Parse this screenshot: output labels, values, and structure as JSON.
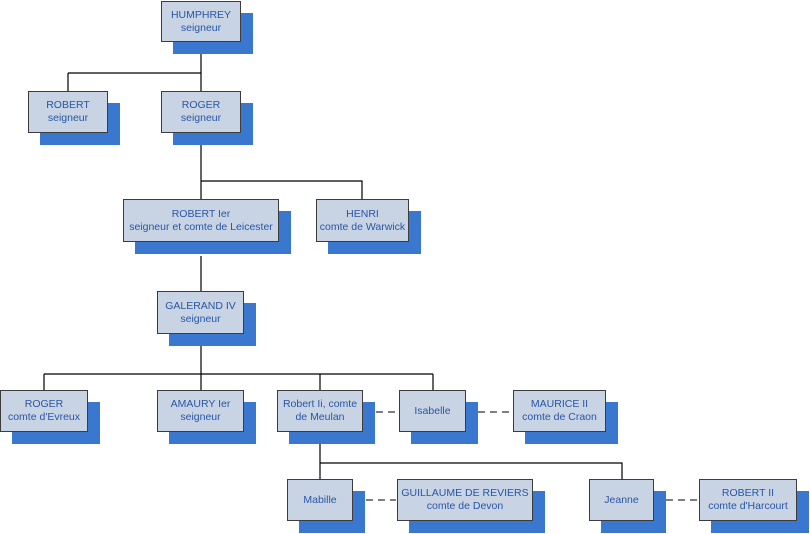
{
  "colors": {
    "box_fill": "#c8d4e3",
    "box_border": "#3c3c3c",
    "box_shadow": "#3a78d0",
    "text": "#2a55a6",
    "line": "#000000"
  },
  "nodes": {
    "humphrey": {
      "line1": "HUMPHREY",
      "line2": "seigneur"
    },
    "robert": {
      "line1": "ROBERT",
      "line2": "seigneur"
    },
    "roger": {
      "line1": "ROGER",
      "line2": "seigneur"
    },
    "robert_ier": {
      "line1": "ROBERT Ier",
      "line2": "seigneur et comte de Leicester"
    },
    "henri": {
      "line1": "HENRI",
      "line2": "comte de Warwick"
    },
    "galerand": {
      "line1": "GALERAND IV",
      "line2": "seigneur"
    },
    "roger_evreux": {
      "line1": "ROGER",
      "line2": "comte d'Evreux"
    },
    "amaury": {
      "line1": "AMAURY Ier",
      "line2": "seigneur"
    },
    "robert_ii_meulan": {
      "line1": "Robert Ii, comte",
      "line2": "de Meulan"
    },
    "isabelle": {
      "line1": "Isabelle",
      "line2": ""
    },
    "maurice": {
      "line1": "MAURICE II",
      "line2": "comte de Craon"
    },
    "mabille": {
      "line1": "Mabille",
      "line2": ""
    },
    "guillaume": {
      "line1": "GUILLAUME DE REVIERS",
      "line2": "comte de Devon"
    },
    "jeanne": {
      "line1": "Jeanne",
      "line2": ""
    },
    "robert_harcourt": {
      "line1": "ROBERT II",
      "line2": "comte d'Harcourt"
    }
  }
}
